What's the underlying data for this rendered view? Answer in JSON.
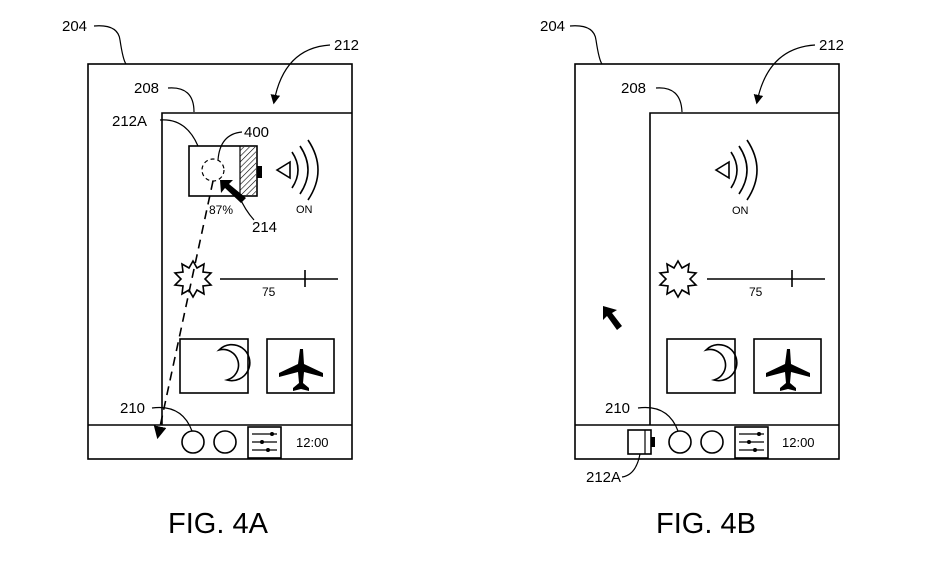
{
  "figures": [
    {
      "caption": "FIG. 4A",
      "refs": {
        "device": "204",
        "window": "212",
        "panel": "208",
        "battery_item": "212A",
        "touch_point": "400",
        "cursor": "214",
        "taskbar": "210"
      },
      "battery_percent": "87%",
      "wireless_status": "ON",
      "brightness_value": "75",
      "clock": "12:00"
    },
    {
      "caption": "FIG. 4B",
      "refs": {
        "device": "204",
        "window": "212",
        "panel": "208",
        "taskbar": "210",
        "battery_item": "212A"
      },
      "wireless_status": "ON",
      "brightness_value": "75",
      "clock": "12:00"
    }
  ],
  "icons": [
    "battery-icon",
    "wireless-icon",
    "sun-icon",
    "moon-icon",
    "airplane-icon",
    "settings-icon",
    "cursor-icon"
  ]
}
